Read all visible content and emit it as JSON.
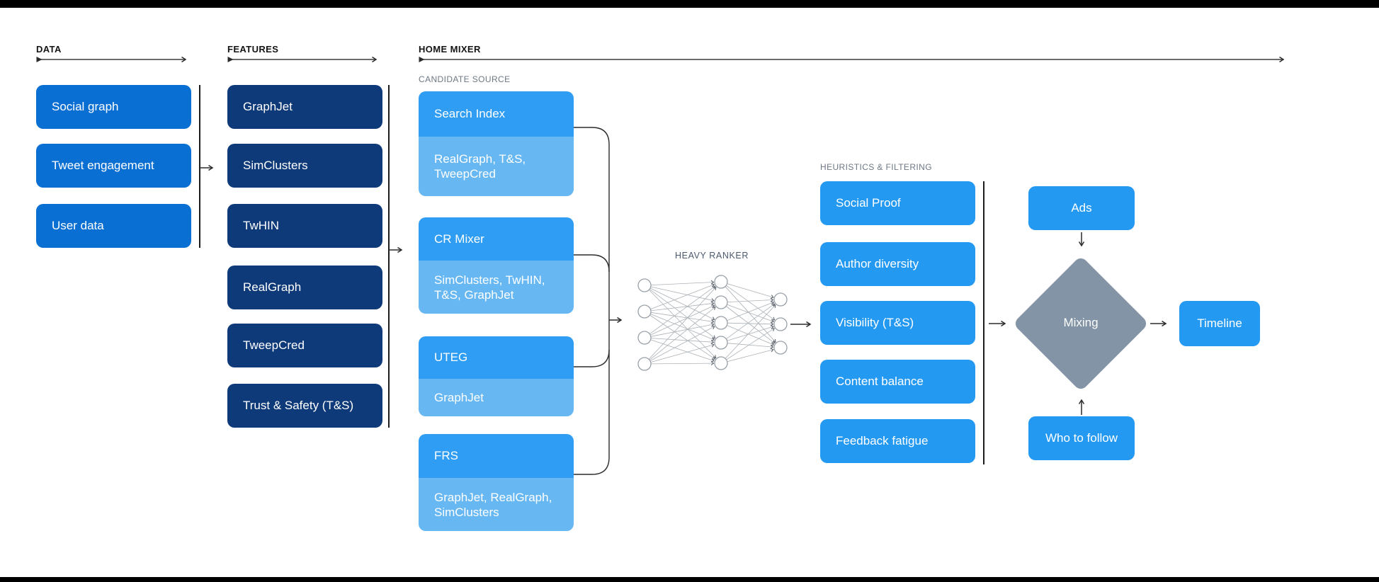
{
  "colors": {
    "data_box": "#0a6fd2",
    "feature_box": "#0e3a7a",
    "candidate_header": "#2e9df3",
    "candidate_sub": "#67b7f3",
    "heuristic_box": "#2499f2",
    "mixing_diamond": "#8294a6",
    "connector_line": "#2b2b2b"
  },
  "data_column": {
    "title": "DATA",
    "items": [
      "Social graph",
      "Tweet engagement",
      "User data"
    ]
  },
  "features_column": {
    "title": "FEATURES",
    "items": [
      "GraphJet",
      "SimClusters",
      "TwHIN",
      "RealGraph",
      "TweepCred",
      "Trust & Safety (T&S)"
    ]
  },
  "home_mixer": {
    "title": "HOME MIXER",
    "candidate_source_label": "CANDIDATE SOURCE",
    "candidate_sources": [
      {
        "name": "Search Index",
        "features": "RealGraph, T&S, TweepCred"
      },
      {
        "name": "CR Mixer",
        "features": "SimClusters, TwHIN, T&S, GraphJet"
      },
      {
        "name": "UTEG",
        "features": "GraphJet"
      },
      {
        "name": "FRS",
        "features": "GraphJet, RealGraph, SimClusters"
      }
    ],
    "heavy_ranker_label": "HEAVY RANKER",
    "heuristics_label": "HEURISTICS & FILTERING",
    "heuristics": [
      "Social Proof",
      "Author diversity",
      "Visibility (T&S)",
      "Content balance",
      "Feedback fatigue"
    ],
    "mixing": {
      "ads": "Ads",
      "label": "Mixing",
      "who_to_follow": "Who to follow",
      "timeline": "Timeline"
    }
  }
}
